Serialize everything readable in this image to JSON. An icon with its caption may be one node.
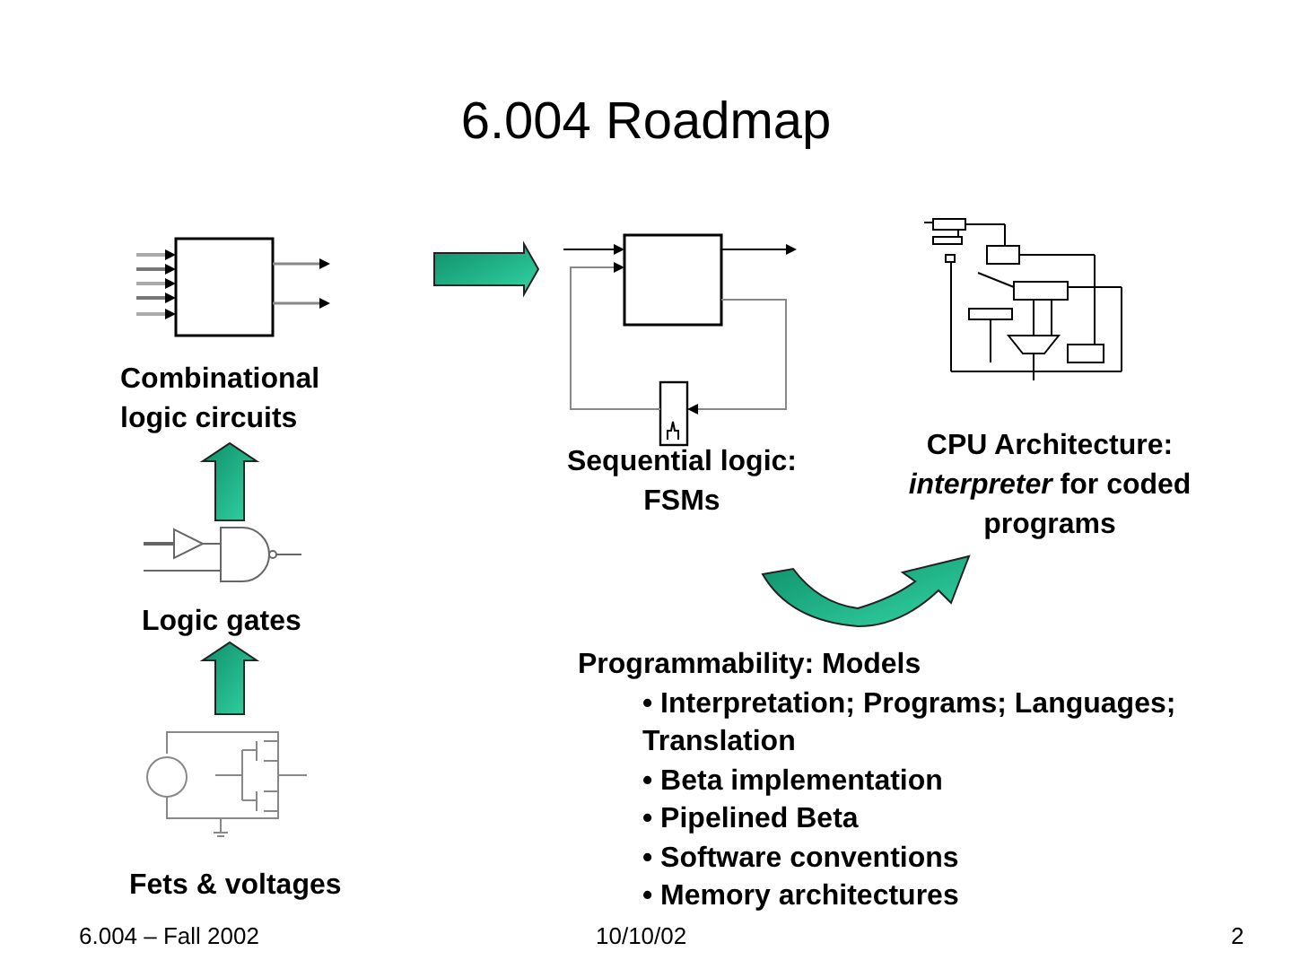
{
  "diagram": {
    "title": "6.004 Roadmap",
    "nodes": [
      {
        "text": [
          "Combinational logic circuits"
        ]
      },
      {
        "text": [
          "Logic gates"
        ]
      },
      {
        "text": [
          "Fets & voltages"
        ]
      },
      {
        "text": [
          "Sequential logic: FSMs"
        ]
      },
      {
        "text": [
          "CPU Architecture: *interpreter* for coded programs"
        ]
      },
      {
        "text": [
          "Programmability: Models",
          "• Interpretation; Programs; Languages; Translation",
          "• Beta implementation",
          "• Pipelined Beta",
          "• Software conventions",
          "• Memory architectures"
        ]
      }
    ],
    "edges": [
      {
        "from": 2,
        "to": 1,
        "arrow": "to"
      },
      {
        "from": 1,
        "to": 0,
        "arrow": "to"
      },
      {
        "from": 0,
        "to": 3,
        "arrow": "to"
      },
      {
        "from": null,
        "to": 4,
        "arrow": "to"
      }
    ],
    "labels": [
      "6.004 – Fall 2002",
      "10/10/02",
      "2"
    ]
  }
}
